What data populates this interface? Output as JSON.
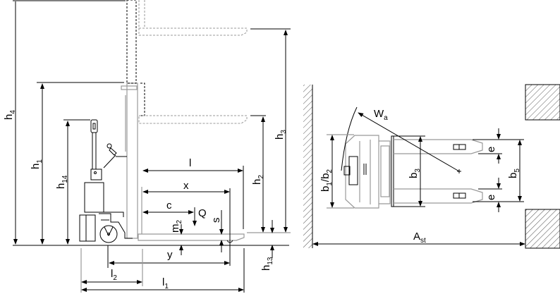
{
  "side_view": {
    "labels": {
      "h4": {
        "base": "h",
        "sub": "4"
      },
      "h1": {
        "base": "h",
        "sub": "1"
      },
      "h14": {
        "base": "h",
        "sub": "14"
      },
      "h3": {
        "base": "h",
        "sub": "3"
      },
      "h2": {
        "base": "h",
        "sub": "2"
      },
      "h13": {
        "base": "h",
        "sub": "13"
      },
      "l": {
        "base": "l"
      },
      "x": {
        "base": "x"
      },
      "c": {
        "base": "c"
      },
      "Q": {
        "base": "Q"
      },
      "m2": {
        "base": "m",
        "sub": "2"
      },
      "s": {
        "base": "s"
      },
      "y": {
        "base": "y"
      },
      "l2": {
        "base": "l",
        "sub": "2"
      },
      "l1": {
        "base": "l",
        "sub": "1"
      }
    }
  },
  "top_view": {
    "labels": {
      "Wa": {
        "base": "W",
        "sub": "a"
      },
      "b1b2": {
        "base": "b",
        "sub": "1",
        "mid": "/b",
        "sub2": "2"
      },
      "b3": {
        "base": "b",
        "sub": "3"
      },
      "e_top": {
        "base": "e"
      },
      "e_bottom": {
        "base": "e"
      },
      "b5": {
        "base": "b",
        "sub": "5"
      },
      "Ast": {
        "base": "A",
        "sub": "st"
      }
    }
  }
}
